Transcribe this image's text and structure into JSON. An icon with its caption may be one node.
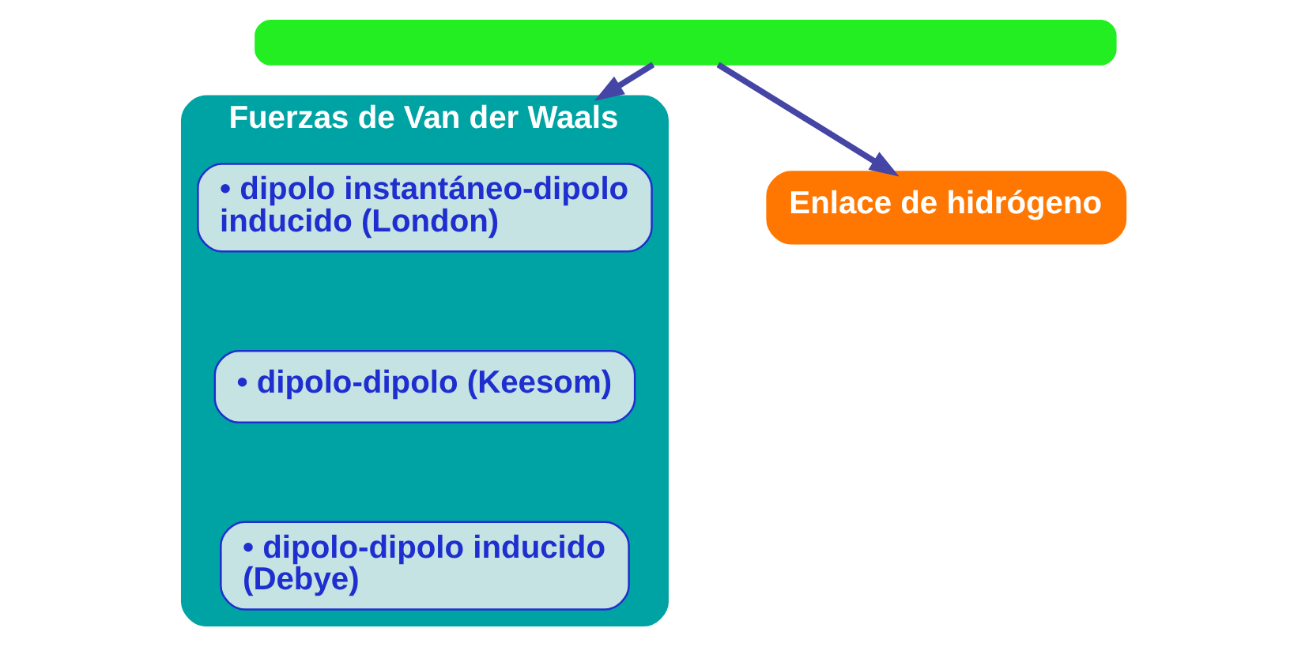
{
  "diagram": {
    "nodes": [
      {
        "text": [],
        "shape": "box"
      },
      {
        "text": [
          "Fuerzas de Van der Waals"
        ]
      },
      {
        "text": [
          "• dipolo instantáneo-dipolo inducido (London)"
        ],
        "in": 1
      },
      {
        "text": [
          "• dipolo-dipolo (Keesom)"
        ],
        "in": 1
      },
      {
        "text": [
          "• dipolo-dipolo inducido (Debye)"
        ],
        "in": 1
      },
      {
        "text": [
          "Enlace de hidrógeno"
        ]
      }
    ],
    "edges": [
      {
        "from": 0,
        "to": 1,
        "arrow": "to"
      },
      {
        "from": 0,
        "to": 5,
        "arrow": "to"
      }
    ]
  }
}
